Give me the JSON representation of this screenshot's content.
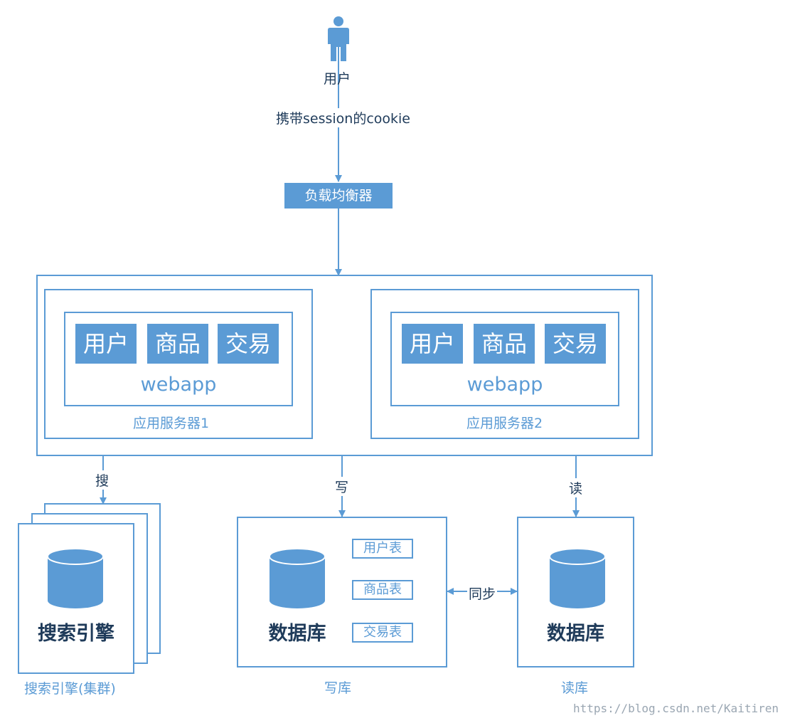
{
  "user": {
    "label": "用户"
  },
  "edge_cookie": "携带session的cookie",
  "load_balancer": "负载均衡器",
  "server1": {
    "modules": [
      "用户",
      "商品",
      "交易"
    ],
    "webapp": "webapp",
    "label": "应用服务器1"
  },
  "server2": {
    "modules": [
      "用户",
      "商品",
      "交易"
    ],
    "webapp": "webapp",
    "label": "应用服务器2"
  },
  "edges": {
    "search": "搜",
    "write": "写",
    "read": "读",
    "sync": "同步"
  },
  "search_engine": {
    "title": "搜索引擎",
    "label": "搜索引擎(集群)"
  },
  "write_db": {
    "title": "数据库",
    "tables": [
      "用户表",
      "商品表",
      "交易表"
    ],
    "label": "写库"
  },
  "read_db": {
    "title": "数据库",
    "label": "读库"
  },
  "watermark": "https://blog.csdn.net/Kaitiren",
  "colors": {
    "accent": "#5b9bd5",
    "text": "#1f3b5a"
  }
}
